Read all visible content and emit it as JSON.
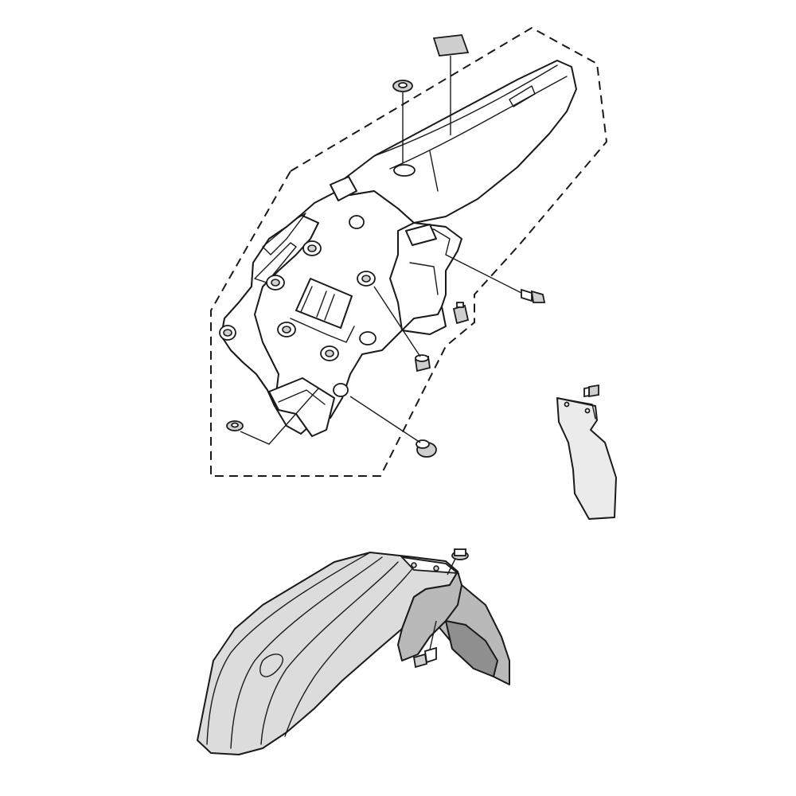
{
  "diagram": {
    "parts": [
      {
        "id": "rear-fender",
        "icon": "rear-fender-icon",
        "group": "dashed-assembly"
      },
      {
        "id": "rear-fender-emblem",
        "icon": "emblem-plate-icon",
        "group": "dashed-assembly"
      },
      {
        "id": "fender-grommet",
        "icon": "grommet-icon",
        "group": "dashed-assembly"
      },
      {
        "id": "rear-bolt-upper",
        "icon": "bolt-icon",
        "group": "dashed-assembly"
      },
      {
        "id": "rear-nut-clip",
        "icon": "clip-nut-icon",
        "group": "dashed-assembly"
      },
      {
        "id": "rear-collar",
        "icon": "collar-icon",
        "group": "dashed-assembly"
      },
      {
        "id": "rear-washer",
        "icon": "washer-icon",
        "group": "dashed-assembly"
      },
      {
        "id": "rear-bolt-lower",
        "icon": "flange-bolt-icon",
        "group": "dashed-assembly"
      },
      {
        "id": "mud-flap",
        "icon": "mud-flap-icon"
      },
      {
        "id": "mud-flap-screw",
        "icon": "screw-icon"
      },
      {
        "id": "front-fender",
        "icon": "front-fender-icon"
      },
      {
        "id": "front-fender-bolt-upper",
        "icon": "bolt-icon"
      },
      {
        "id": "front-fender-bolt-lower",
        "icon": "bolt-icon"
      }
    ],
    "colors": {
      "line": "#1a1a1a",
      "background": "#ffffff",
      "front_fender_fill": "#dcdcdc",
      "front_fender_shadow": "#b9b9b9",
      "mud_flap_fill": "#ebebeb"
    }
  }
}
